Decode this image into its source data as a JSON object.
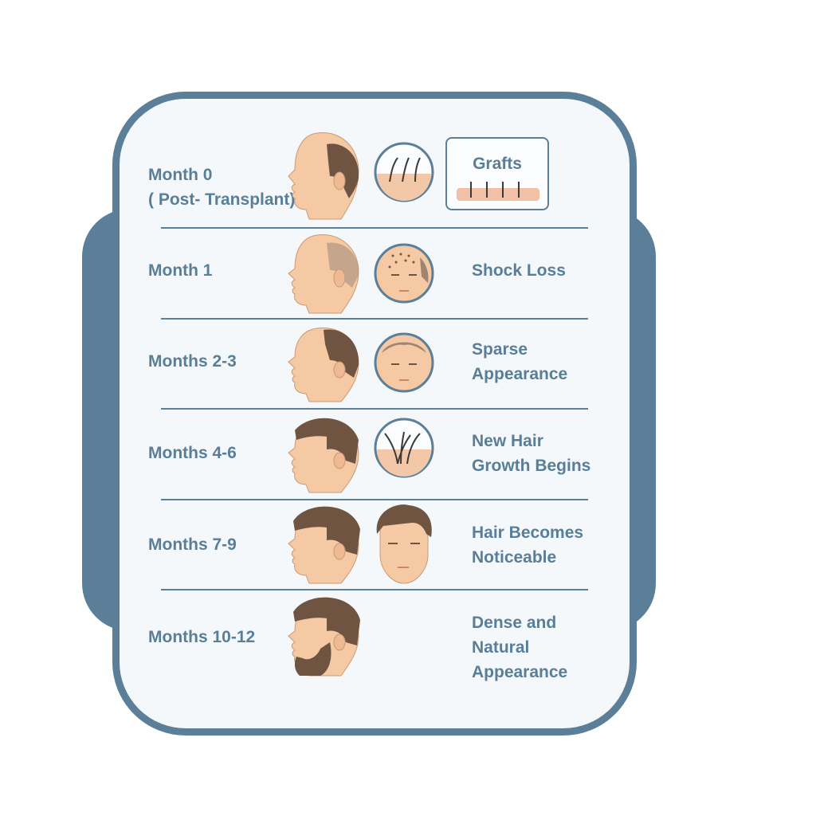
{
  "stages": [
    {
      "label": "Month 0\n( Post- Transplant)",
      "desc": []
    },
    {
      "label": "Month 1",
      "desc": [
        "Shock Loss"
      ]
    },
    {
      "label": "Months 2-3",
      "desc": [
        "Sparse",
        "Appearance"
      ]
    },
    {
      "label": "Months 4-6",
      "desc": [
        "New Hair",
        "Growth Begins"
      ]
    },
    {
      "label": "Months 7-9",
      "desc": [
        "Hair Becomes",
        "Noticeable"
      ]
    },
    {
      "label": "Months 10-12",
      "desc": [
        "Dense and",
        "Natural",
        "Appearance"
      ]
    }
  ],
  "grafts_label": "Grafts",
  "icons": {
    "stage0_head": "bald-head-side-icon",
    "stage0_circle": "implanted-grafts-closeup-icon",
    "stage1_head": "shaved-head-side-icon",
    "stage1_circle": "stubble-scalp-front-icon",
    "stage2_head": "sparse-hair-head-side-icon",
    "stage2_circle": "sparse-hair-face-front-icon",
    "stage3_head": "short-hair-head-side-icon",
    "stage3_circle": "new-hair-growth-closeup-icon",
    "stage4_head": "full-hair-head-side-icon",
    "stage4_face": "full-hair-face-front-icon",
    "stage5_head": "bearded-head-side-icon"
  },
  "colors": {
    "frame": "#5b7f98",
    "text": "#587e98",
    "skin": "#f4c9a3",
    "hair": "#6e5441"
  }
}
